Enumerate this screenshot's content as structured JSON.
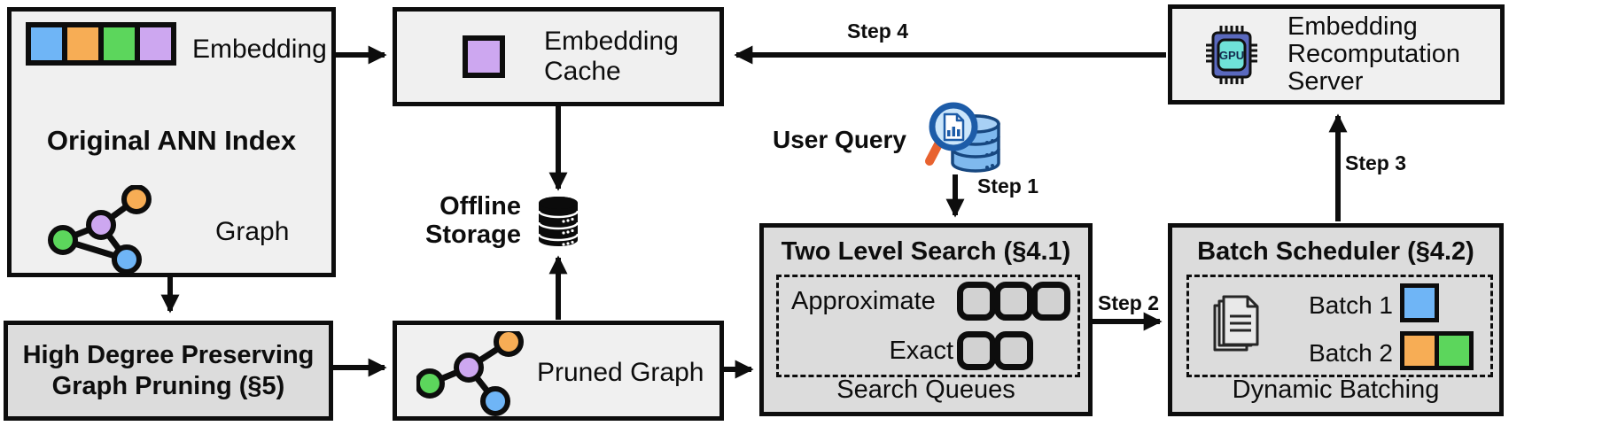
{
  "palette": {
    "blue": "#6FB5F6",
    "orange": "#F7AD55",
    "green": "#5CD65C",
    "purple": "#CDA7F0",
    "box_light": "#F0F0F0",
    "box_shaded": "#DCDCDC",
    "outline": "#0D0D0D",
    "gpu_chip_body": "#5A69BE",
    "gpu_chip_core": "#6FE2D8",
    "query_db_fill": "#7FB9EE",
    "query_db_stroke": "#17477F",
    "magnifier_rim": "#1D5CA8",
    "magnifier_handle": "#E8622F"
  },
  "ann_index": {
    "title": "Original ANN Index",
    "embedding_label": "Embedding",
    "graph_label": "Graph",
    "embedding_cells": [
      "blue",
      "orange",
      "green",
      "purple"
    ]
  },
  "embedding_cache": {
    "label": "Embedding Cache"
  },
  "offline_storage": {
    "label": "Offline Storage"
  },
  "high_degree_pruning": {
    "title": "High Degree Preserving Graph Pruning (§5)"
  },
  "pruned_graph": {
    "label": "Pruned Graph"
  },
  "user_query": {
    "label": "User Query"
  },
  "two_level_search": {
    "title": "Two Level Search (§4.1)",
    "approximate_label": "Approximate",
    "approximate_queues": 3,
    "exact_label": "Exact",
    "exact_queues": 2,
    "footer": "Search Queues"
  },
  "batch_scheduler": {
    "title": "Batch Scheduler (§4.2)",
    "batches": [
      {
        "label": "Batch 1",
        "cells": [
          "blue"
        ]
      },
      {
        "label": "Batch 2",
        "cells": [
          "orange",
          "green"
        ]
      }
    ],
    "footer": "Dynamic Batching"
  },
  "recomputation_server": {
    "label": "Embedding Recomputation Server",
    "chip_label": "GPU"
  },
  "flow_steps": {
    "step1": "Step 1",
    "step2": "Step 2",
    "step3": "Step 3",
    "step4": "Step 4"
  }
}
